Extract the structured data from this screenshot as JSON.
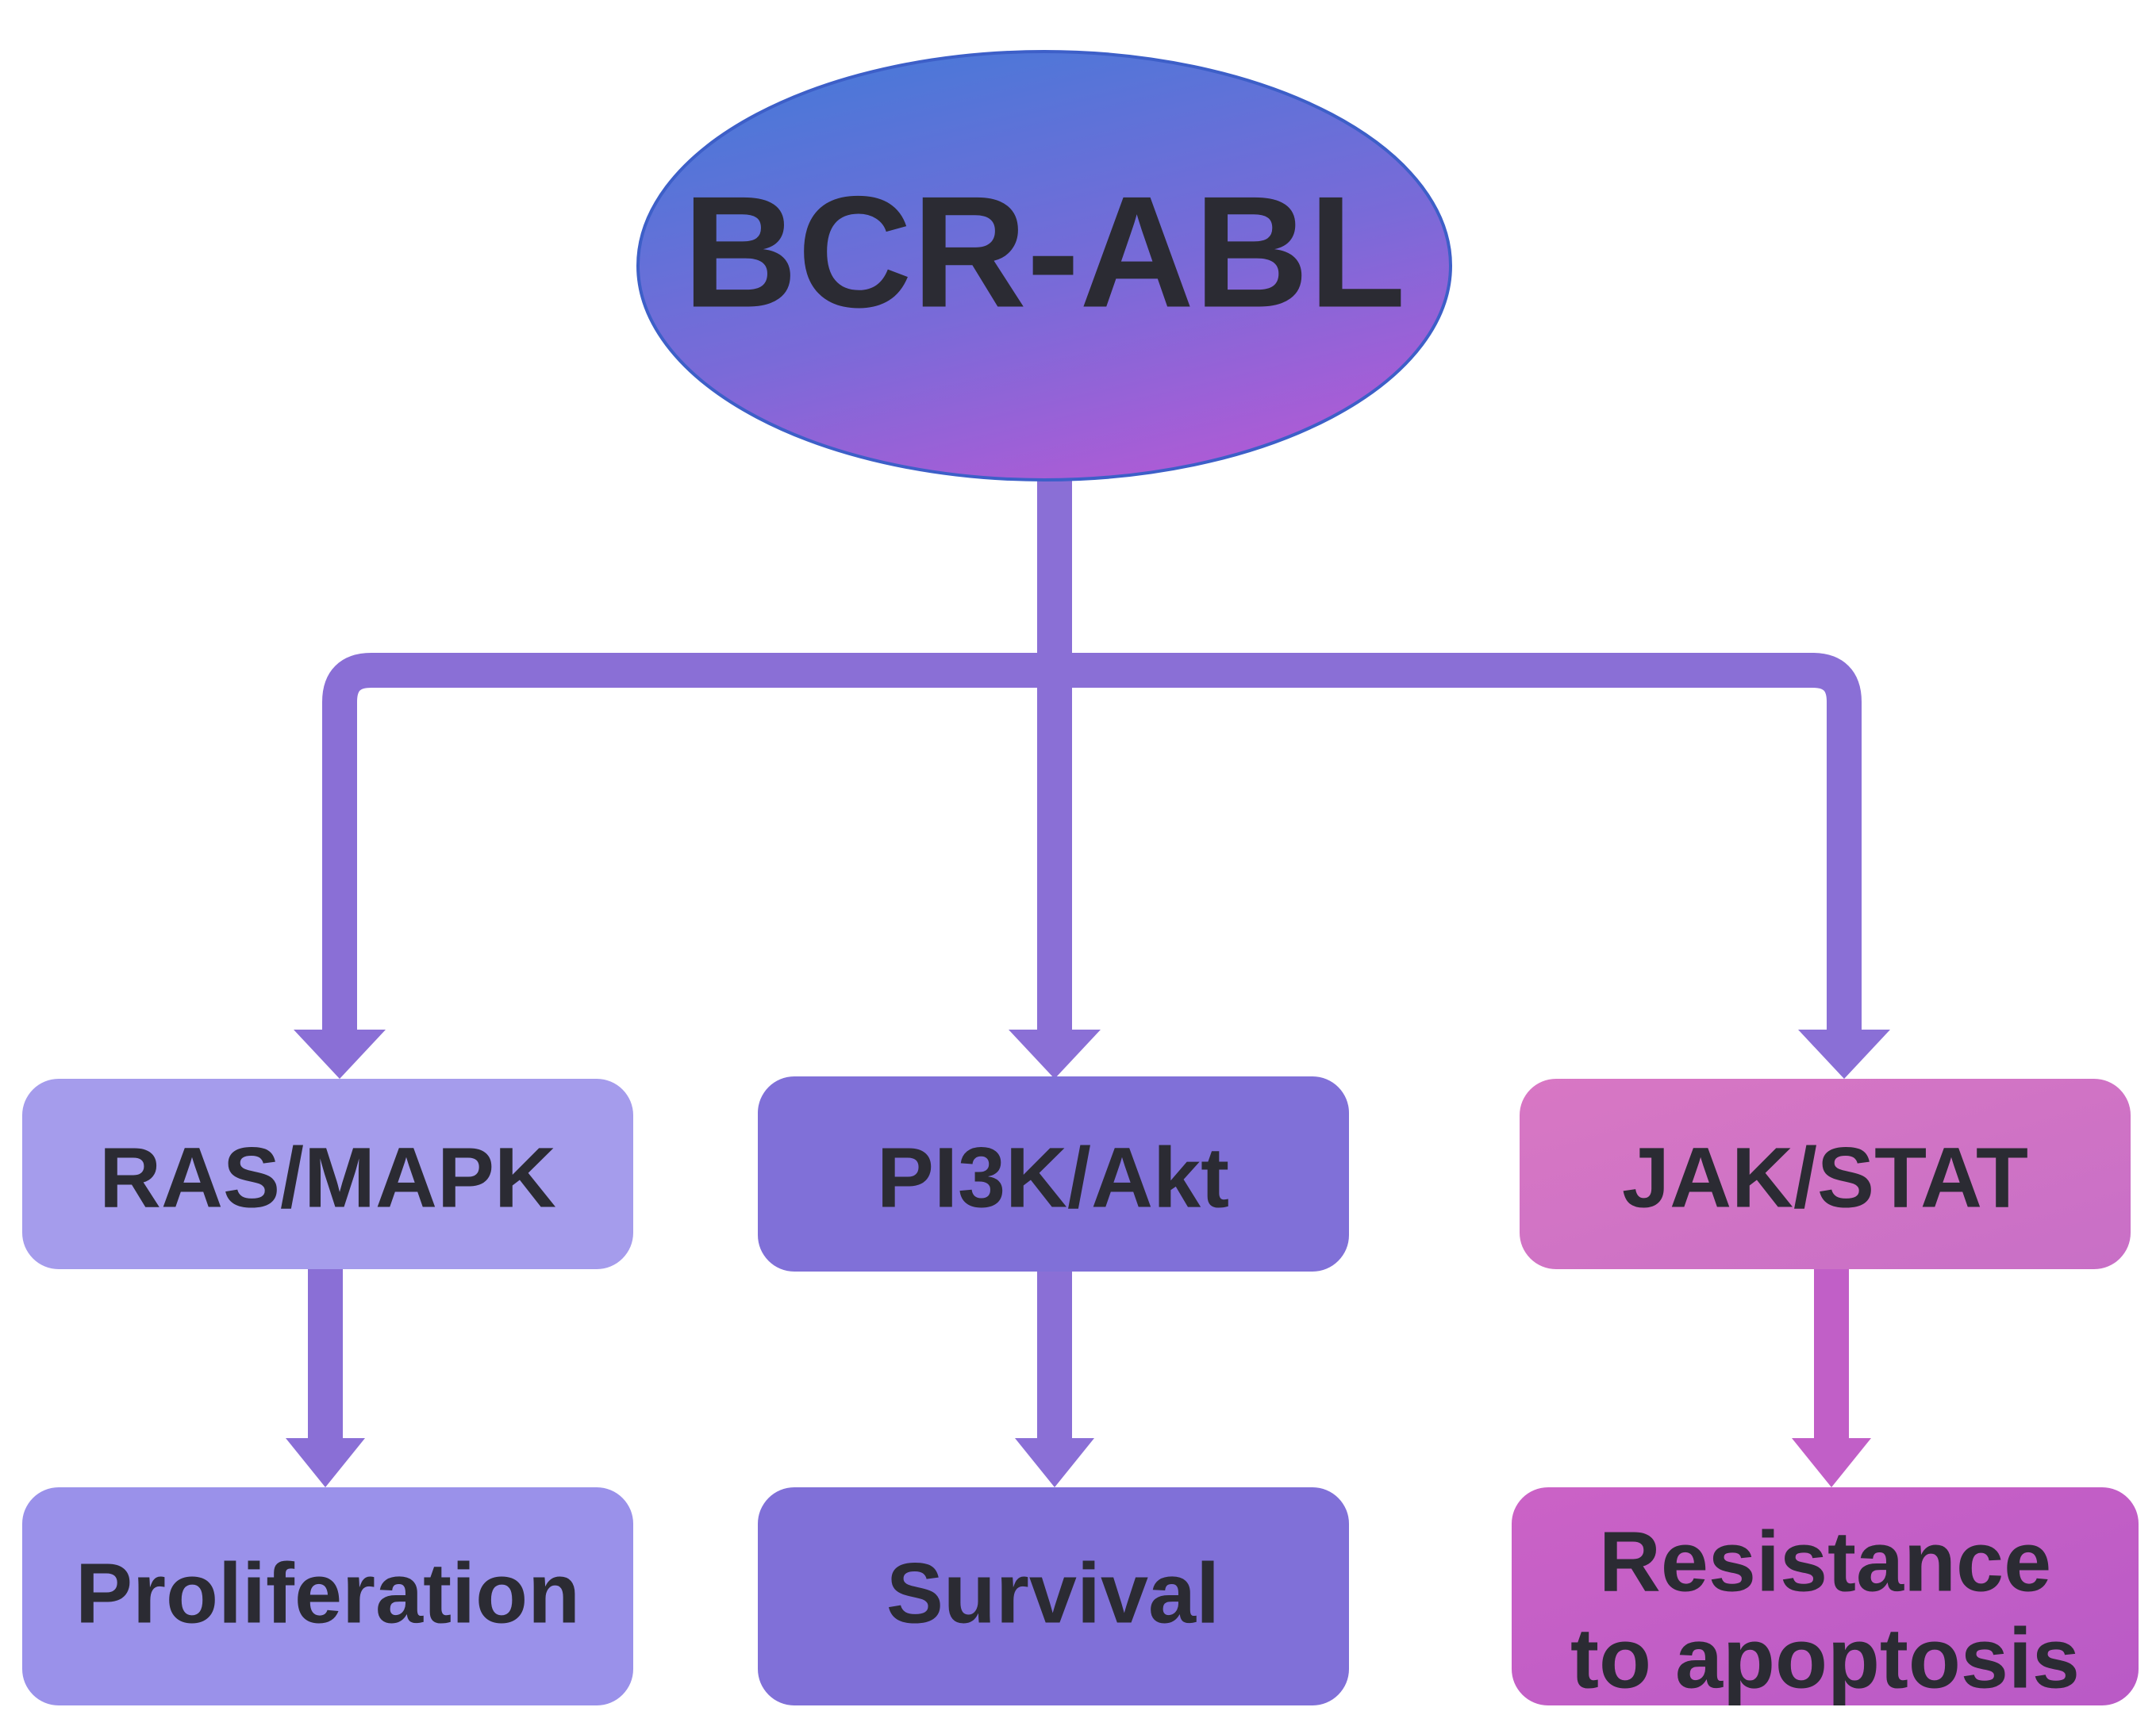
{
  "root": {
    "label": "BCR-ABL"
  },
  "pathways": [
    {
      "label": "RAS/MAPK",
      "outcome_lines": [
        "Proliferation"
      ]
    },
    {
      "label": "PI3K/Akt",
      "outcome_lines": [
        "Survival"
      ]
    },
    {
      "label": "JAK/STAT",
      "outcome_lines": [
        "Resistance",
        "to apoptosis"
      ]
    }
  ],
  "colors": {
    "connector": "#8a6fd6",
    "connector_right_lower": "#c15fc7",
    "root_gradient": [
      "#4a78d8",
      "#7a6ad8",
      "#b25ad6"
    ],
    "pathway_fills": [
      "#a59cec",
      "#8070d8",
      "#d276c4"
    ],
    "outcome_fills": [
      "#9a91ea",
      "#8070d8",
      "#c35cc4"
    ],
    "text": "#2b2b33"
  }
}
